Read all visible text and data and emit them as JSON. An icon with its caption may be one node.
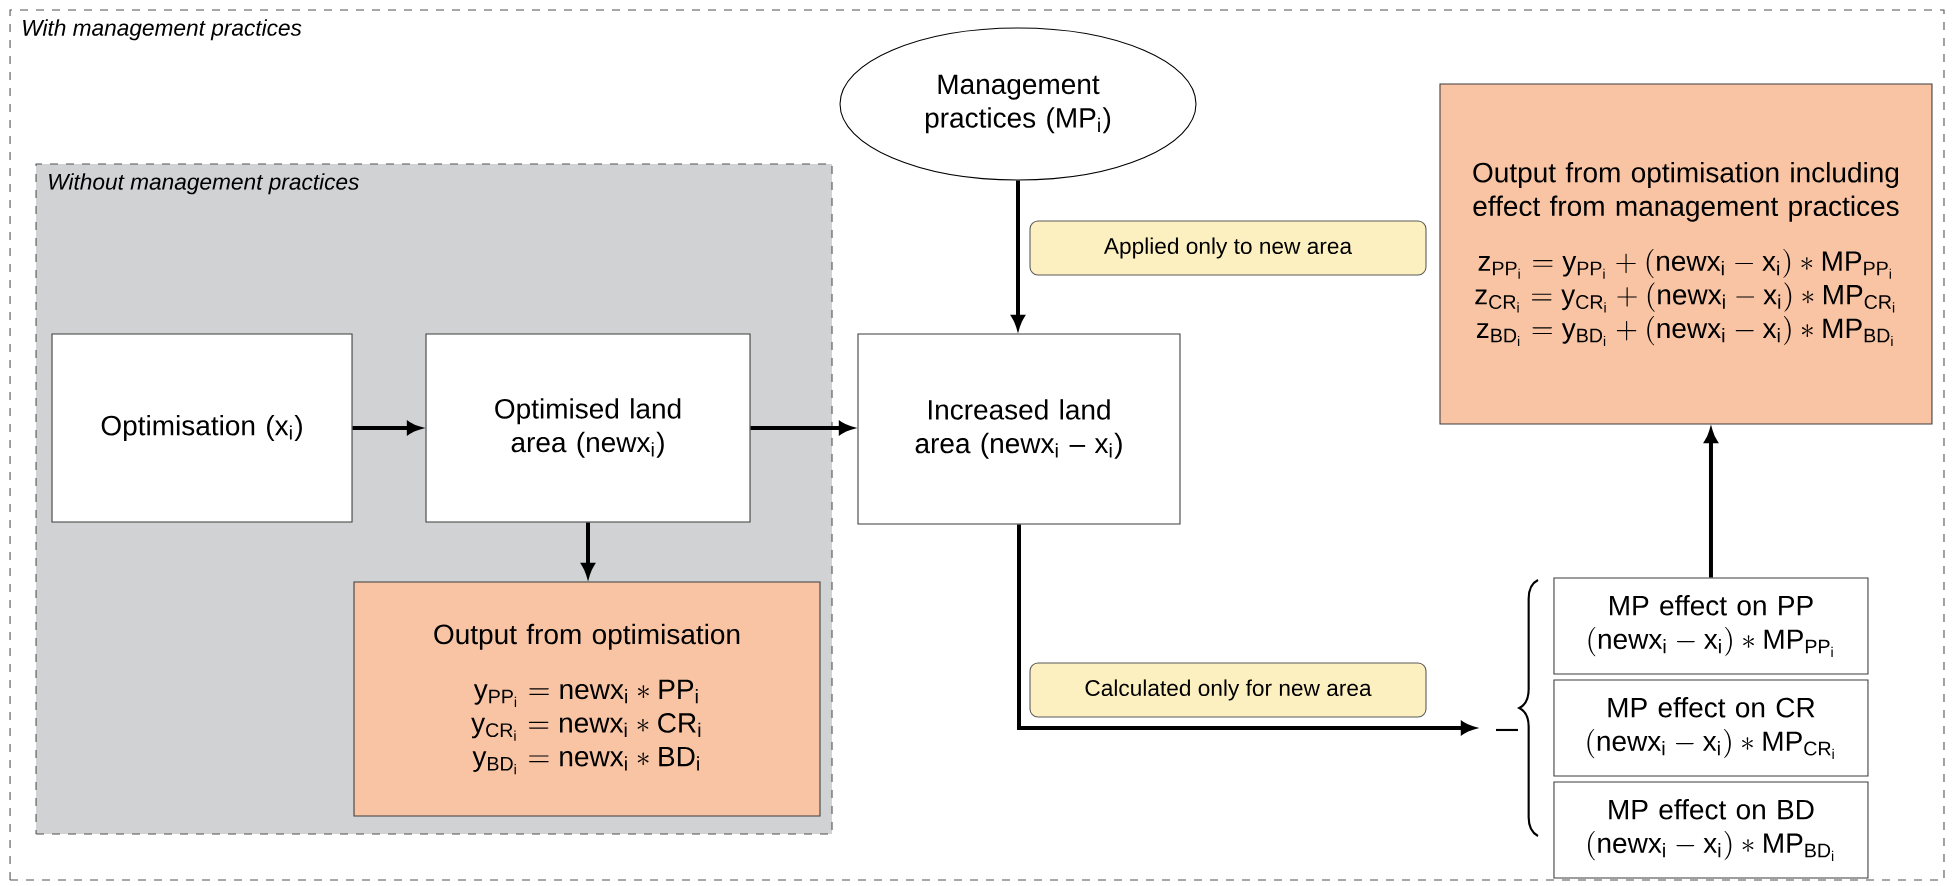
{
  "diagram": {
    "nodes": [
      {
        "text": [
          "With management practices"
        ]
      },
      {
        "text": [
          "Without management practices"
        ],
        "in": 0
      },
      {
        "text": [
          "Optimisation (x$_{i}$)"
        ],
        "in": 1
      },
      {
        "text": [
          "Optimised land area (newx$_{i}$)"
        ],
        "in": 1
      },
      {
        "text": [
          "Output from optimisation",
          "\\mathrm{y_{PP_{i}} = newx_{i} * PP_{i}}",
          "\\mathrm{y_{CR_{i}} = newx_{i} * CR_{i}}",
          "\\mathrm{y_{BD_{i}} = newx_{i} * BD_{i}}"
        ],
        "in": 1
      },
      {
        "text": [
          "Management practices (MP$_{i}$)"
        ],
        "in": 0
      },
      {
        "text": [
          "Increased land area (newx$_{i}$ – x$_{i}$)"
        ],
        "in": 0
      },
      {
        "text": [
          "Output from optimisation including effect from management practices",
          "\\mathrm{z_{PP_{i}} = y_{PP_{i}} + (newx_{i} - x_{i}) * MP_{PP_{i}}}",
          "\\mathrm{z_{CR_{i}} = y_{CR_{i}} + (newx_{i} - x_{i}) * MP_{CR_{i}}}",
          "\\mathrm{z_{BD_{i}} = y_{BD_{i}} + (newx_{i} - x_{i}) * MP_{BD_{i}}}"
        ],
        "in": 0
      },
      {
        "text": [
          "MP effect on PP",
          "\\mathrm{(newx_{i} - x_{i}) * MP_{PP_{i}}}"
        ],
        "in": 0
      },
      {
        "text": [
          "MP effect on CR",
          "\\mathrm{(newx_{i} - x_{i}) * MP_{CR_{i}}}"
        ],
        "in": 0
      },
      {
        "text": [
          "MP effect on BD",
          "\\mathrm{(newx_{i} - x_{i}) * MP_{BD_{i}}}"
        ],
        "in": 0
      }
    ],
    "edges": [
      {
        "from": 2,
        "to": 3,
        "arrow": "to"
      },
      {
        "from": 3,
        "to": 6,
        "arrow": "to"
      },
      {
        "from": 3,
        "to": 4,
        "arrow": "to"
      },
      {
        "from": 5,
        "to": 6,
        "arrow": "to",
        "label": "Applied only to new area"
      },
      {
        "from": 6,
        "to": 9,
        "arrow": "to",
        "label": "Calculated only for new area"
      },
      {
        "from": 8,
        "to": 7,
        "arrow": "to"
      }
    ]
  }
}
